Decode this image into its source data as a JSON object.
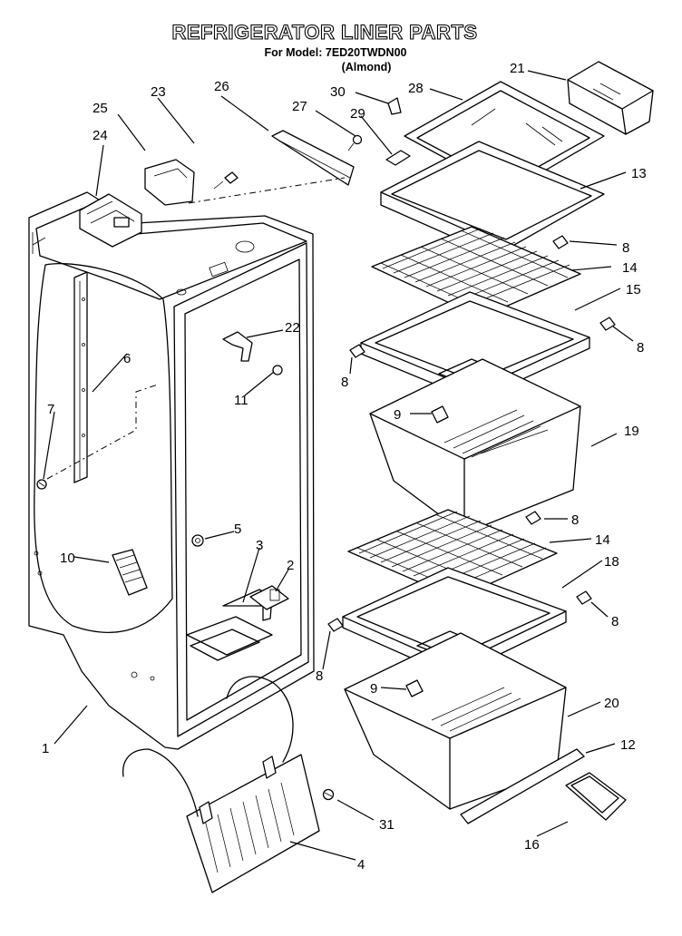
{
  "header": {
    "title": "REFRIGERATOR LINER PARTS",
    "model_line": "For Model: 7ED20TWDN00",
    "color_line": "(Almond)"
  },
  "callouts": {
    "c1": "1",
    "c2": "2",
    "c3": "3",
    "c4": "4",
    "c5": "5",
    "c6": "6",
    "c7": "7",
    "c8a": "8",
    "c8b": "8",
    "c8c": "8",
    "c8d": "8",
    "c8e": "8",
    "c8f": "8",
    "c9a": "9",
    "c9b": "9",
    "c10": "10",
    "c11": "11",
    "c12": "12",
    "c13": "13",
    "c14a": "14",
    "c14b": "14",
    "c15": "15",
    "c16": "16",
    "c18": "18",
    "c19": "19",
    "c20": "20",
    "c21": "21",
    "c22": "22",
    "c23": "23",
    "c24": "24",
    "c25": "25",
    "c26": "26",
    "c27": "27",
    "c28": "28",
    "c29": "29",
    "c30": "30",
    "c31": "31"
  }
}
